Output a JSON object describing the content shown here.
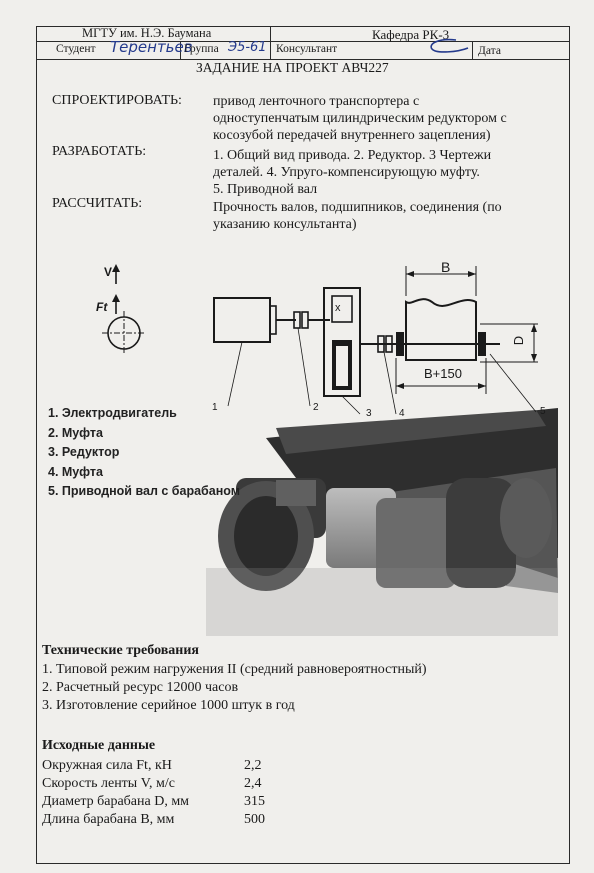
{
  "header": {
    "university": "МГТУ им. Н.Э. Баумана",
    "department": "Кафедра РК-3",
    "student_label": "Студент",
    "student_name": "Терентьев",
    "group_label": "Группа",
    "group_value": "Э5-61",
    "consultant_label": "Консультант",
    "date_label": "Дата",
    "title": "ЗАДАНИЕ НА ПРОЕКТ АВЧ227"
  },
  "task": {
    "design_label": "СПРОЕКТИРОВАТЬ:",
    "design_lines": [
      "привод ленточного транспортера с",
      "одноступенчатым цилиндрическим редуктором с",
      "косозубой передачей внутреннего зацепления)"
    ],
    "develop_label": "РАЗРАБОТАТЬ:",
    "develop_lines": [
      " 1. Общий вид привода. 2. Редуктор. 3 Чертежи",
      "деталей. 4. Упруго-компенсирующую муфту.",
      "5. Приводной вал"
    ],
    "calc_label": "РАССЧИТАТЬ:",
    "calc_lines": [
      "Прочность валов, подшипников, соединения (по",
      "указанию консультанта)"
    ]
  },
  "diagram": {
    "v_label": "V",
    "ft_label": "Ft",
    "b_label": "B",
    "b150_label": "B+150",
    "d_label": "D",
    "x_label": "x",
    "callouts": [
      "1",
      "2",
      "3",
      "4",
      "5"
    ]
  },
  "legend": [
    "1. Электродвигатель",
    "2. Муфта",
    "3. Редуктор",
    "4. Муфта",
    "5. Приводной вал с барабаном"
  ],
  "requirements": {
    "title": "Технические требования",
    "items": [
      "1. Типовой режим нагружения II (средний равновероятностный)",
      "2. Расчетный ресурс 12000 часов",
      "3. Изготовление серийное 1000 штук в год"
    ]
  },
  "initial_data": {
    "title": "Исходные данные",
    "rows": [
      {
        "label": "Окружная сила Ft, кН",
        "value": "2,2"
      },
      {
        "label": "Скорость ленты V, м/с",
        "value": "2,4"
      },
      {
        "label": "Диаметр барабана D, мм",
        "value": "315"
      },
      {
        "label": "Длина барабана B, мм",
        "value": "500"
      }
    ]
  },
  "colors": {
    "paper": "#f0efec",
    "ink": "#1a1a1a",
    "pen": "#243a8c"
  }
}
